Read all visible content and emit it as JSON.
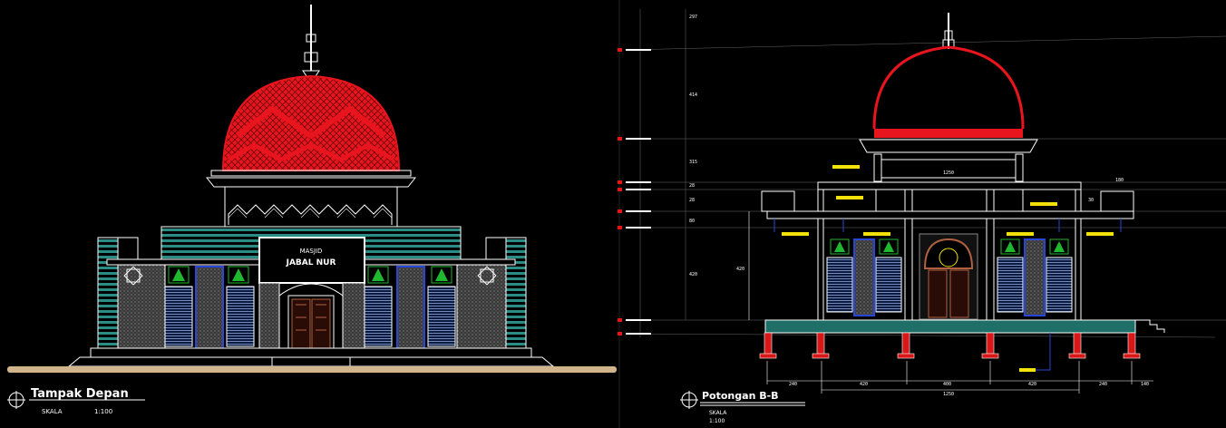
{
  "colors": {
    "background": "#000000",
    "dome": "#e8141e",
    "teal": "#2a8c84",
    "blue": "#2a46d8",
    "green": "#1fb82e",
    "yellow": "#f2e20a",
    "ground": "#d2b48c",
    "column": "#d81818",
    "door": "#b06040"
  },
  "front": {
    "sign_line1": "MASJID",
    "sign_line2": "JABAL NUR",
    "title": "Tampak Depan",
    "scale_label": "SKALA",
    "scale_value": "1:100"
  },
  "section": {
    "title": "Potongan B-B",
    "scale_label": "SKALA",
    "scale_value": "1:100",
    "top_dims": [
      "297",
      "414",
      "315",
      "28",
      "28",
      "80",
      "420"
    ],
    "left_dim": "420",
    "width_dim_top": "1250",
    "width_dim_right": "180",
    "right_small": "30",
    "bottom_dims": [
      "240",
      "420",
      "400",
      "420",
      "240",
      "140"
    ],
    "bottom_total": "1250"
  }
}
